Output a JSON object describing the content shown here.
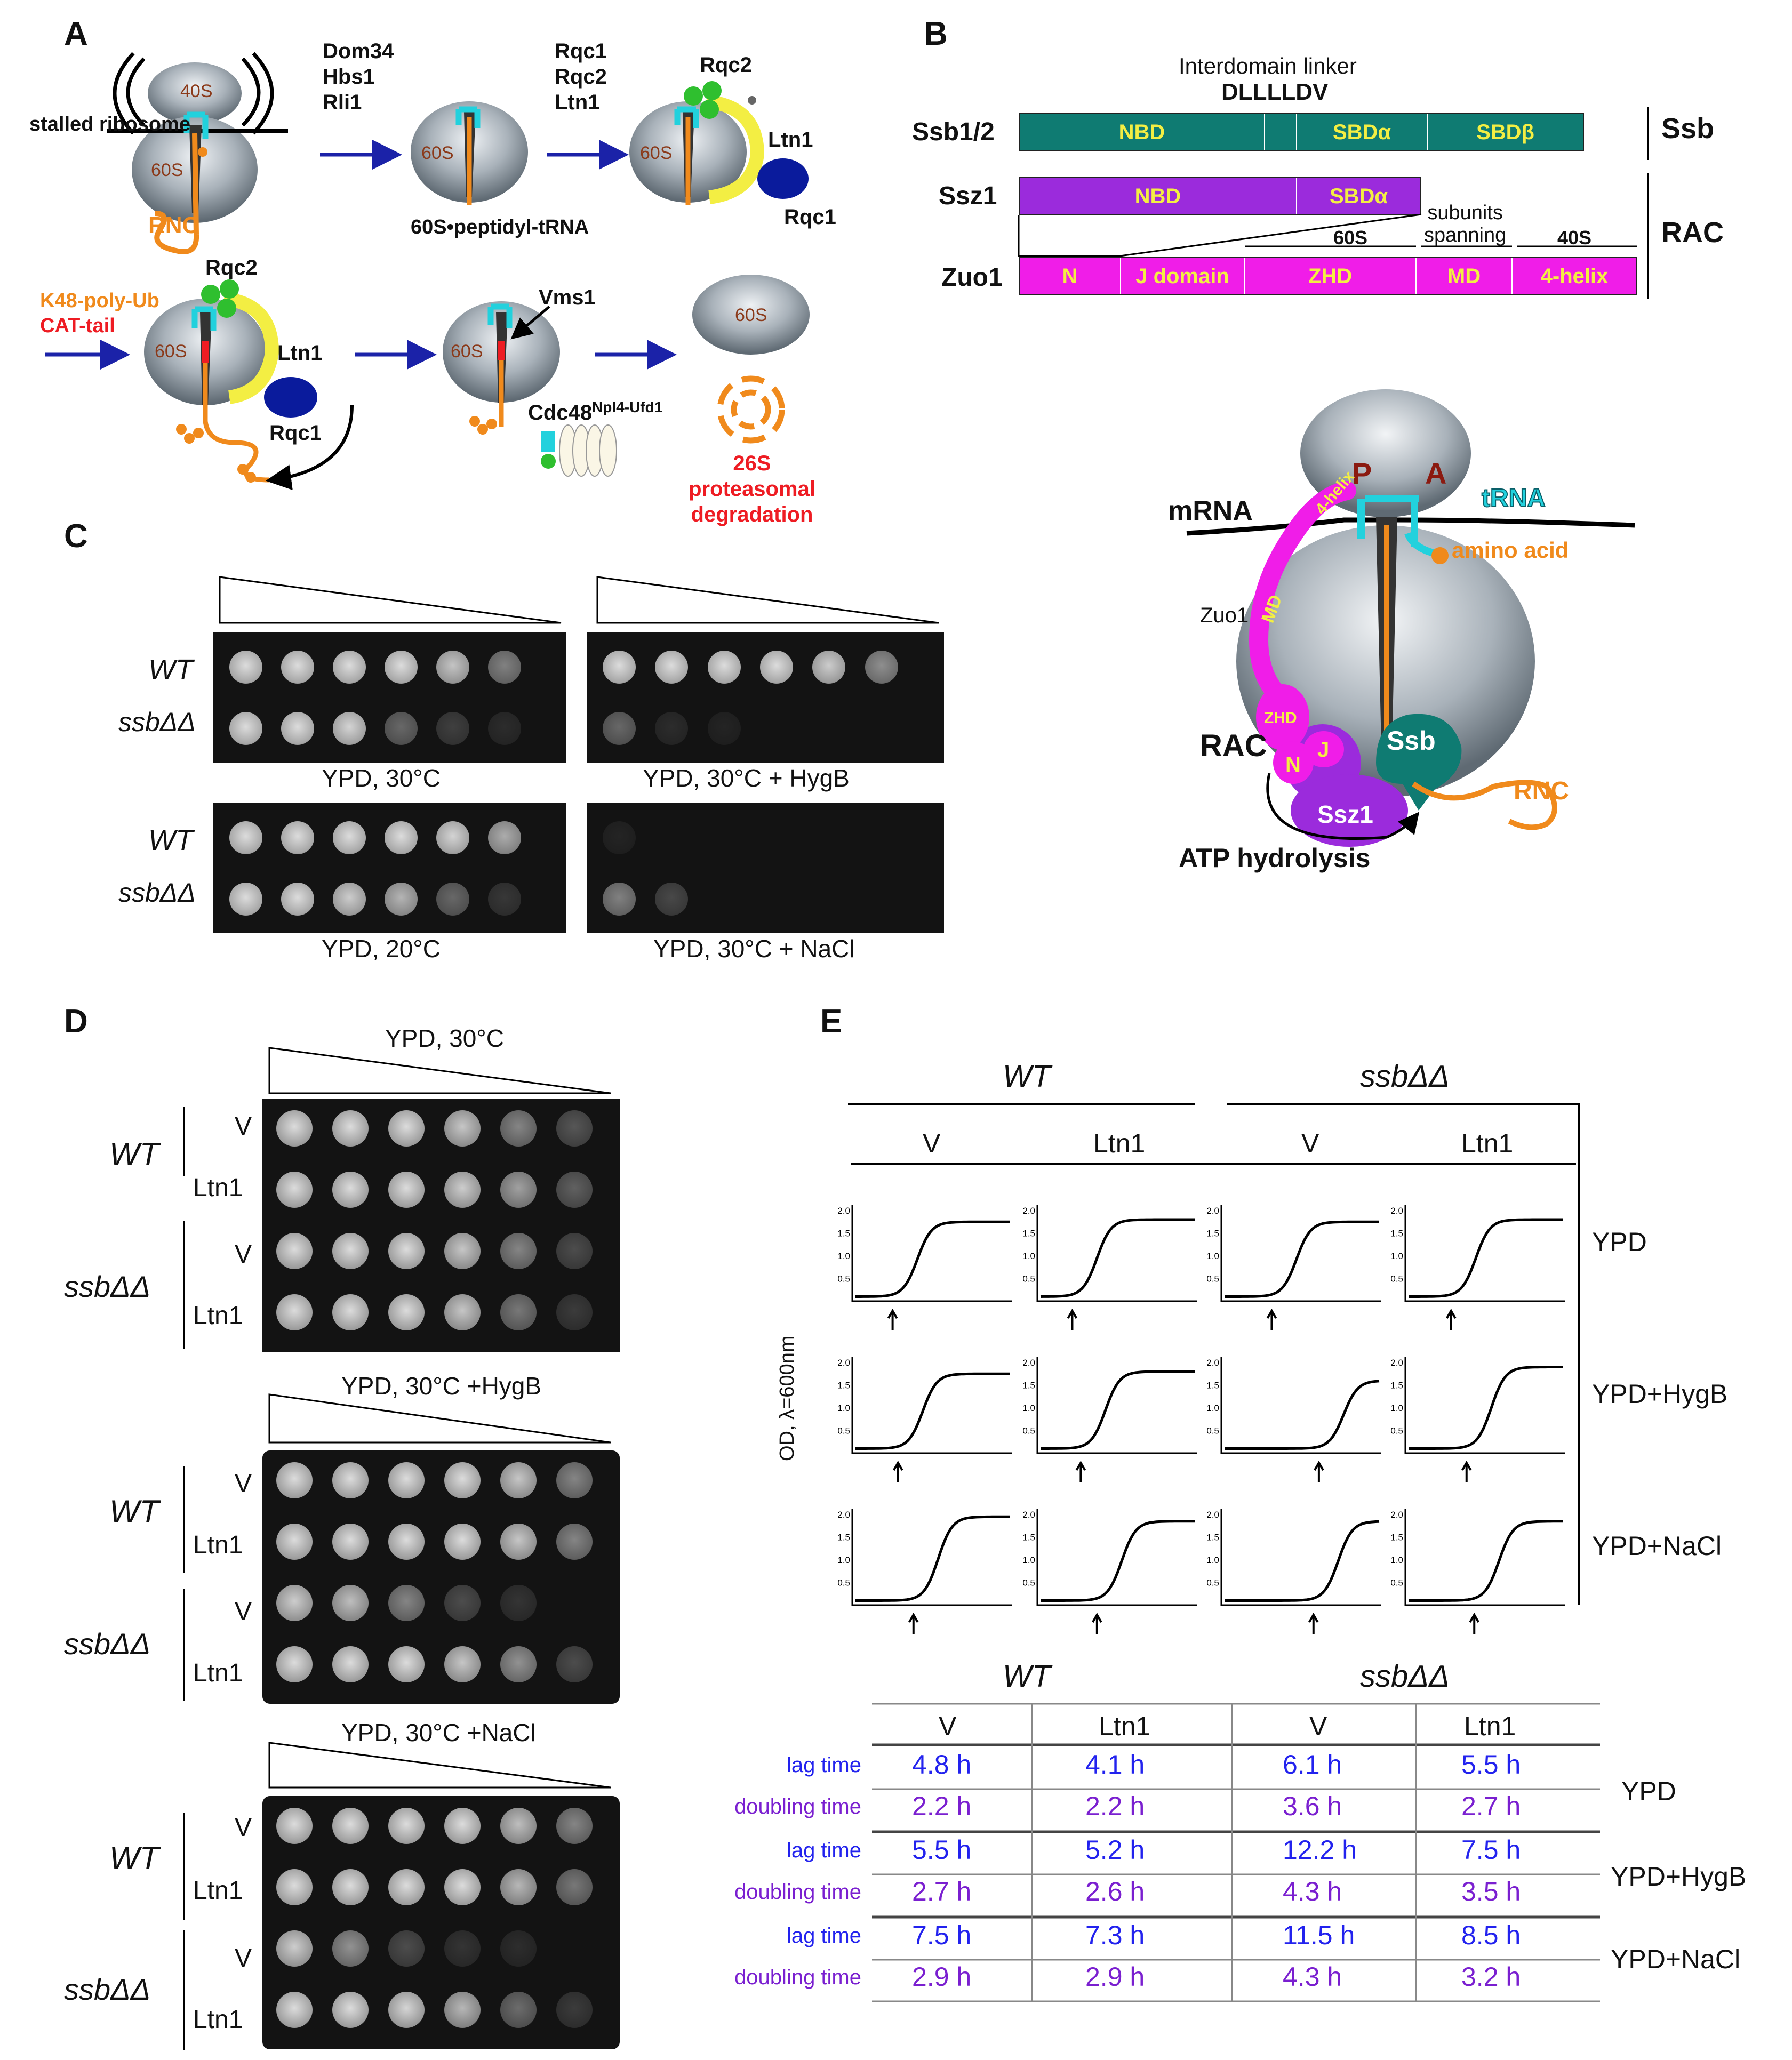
{
  "panels": {
    "A": "A",
    "B": "B",
    "C": "C",
    "D": "D",
    "E": "E"
  },
  "colors": {
    "pathway_arrow": "#1b22a8",
    "ribosome": "#a9b2ba",
    "orange": "#f08a1c",
    "cyan": "#22d1dd",
    "green": "#2fbf2f",
    "yellow": "#f3ee43",
    "navy": "#0a1b9c",
    "teal": "#0f7b72",
    "purple": "#9b2bdc",
    "magenta": "#f01de8",
    "red_text": "#ee1c23",
    "blue_text": "#2222ee",
    "violet_text": "#7a1fd0"
  },
  "A": {
    "stalled_ribosome": "stalled ribosome",
    "s40": "40S",
    "s60": "60S",
    "rnc": "RNC",
    "step1_factors": [
      "Dom34",
      "Hbs1",
      "Rli1"
    ],
    "step2_factors": [
      "Rqc1",
      "Rqc2",
      "Ltn1"
    ],
    "peptidyl": "60S•peptidyl-tRNA",
    "rqc2": "Rqc2",
    "ltn1": "Ltn1",
    "rqc1": "Rqc1",
    "k48": "K48-poly-Ub",
    "cat": "CAT-tail",
    "vms1": "Vms1",
    "cdc48": "Cdc48",
    "cdc48_sup": "Npl4-Ufd1",
    "degradation_1": "26S proteasomal",
    "degradation_2": "degradation"
  },
  "B": {
    "linker_title": "Interdomain linker",
    "linker_seq": "DLLLLDV",
    "ssb12": "Ssb1/2",
    "ssz1": "Ssz1",
    "zuo1": "Zuo1",
    "ssb_domains": [
      "NBD",
      "SBDα",
      "SBDβ"
    ],
    "ssz1_domains": [
      "NBD",
      "SBDα"
    ],
    "zuo1_domains": [
      "N",
      "J domain",
      "ZHD",
      "MD",
      "4-helix"
    ],
    "spanning_1": "subunits",
    "spanning_2": "spanning",
    "s60": "60S",
    "s40": "40S",
    "group_ssb": "Ssb",
    "group_rac": "RAC",
    "P": "P",
    "A": "A",
    "trna": "tRNA",
    "mrna": "mRNA",
    "amino_acid": "amino acid",
    "zuo1_label": "Zuo1",
    "helix_label": "4-helix",
    "md_label": "MD",
    "zhd_label": "ZHD",
    "n_label": "N",
    "j_label": "J",
    "ssb_label": "Ssb",
    "ssz1_label": "Ssz1",
    "rac": "RAC",
    "rnc": "RNC",
    "atp": "ATP hydrolysis"
  },
  "C": {
    "wt": "WT",
    "ssb": "ssbΔΔ",
    "plates": [
      "YPD, 30°C",
      "YPD, 30°C + HygB",
      "YPD, 20°C",
      "YPD, 30°C + NaCl"
    ],
    "spot_levels": [
      [
        1,
        1,
        1,
        1,
        0.85,
        0.55,
        1,
        1,
        0.95,
        0.45,
        0.25,
        0.12
      ],
      [
        1,
        1,
        1,
        1,
        0.9,
        0.6,
        0.45,
        0.12,
        0.05,
        0,
        0,
        0
      ],
      [
        1,
        1,
        1,
        1,
        0.95,
        0.7,
        1,
        1,
        0.9,
        0.75,
        0.45,
        0.2
      ],
      [
        0.05,
        0,
        0,
        0,
        0,
        0,
        0.55,
        0.3,
        0,
        0,
        0,
        0
      ]
    ]
  },
  "D": {
    "conditions": [
      "YPD, 30°C",
      "YPD, 30°C +HygB",
      "YPD, 30°C +NaCl"
    ],
    "wt": "WT",
    "ssb": "ssbΔΔ",
    "v": "V",
    "ltn1": "Ltn1"
  },
  "E": {
    "wt": "WT",
    "ssb": "ssbΔΔ",
    "columns": [
      "V",
      "Ltn1",
      "V",
      "Ltn1"
    ],
    "conditions": [
      "YPD",
      "YPD+HygB",
      "YPD+NaCl"
    ],
    "y_axis": "OD, λ=600nm",
    "y_ticks": [
      "2.0",
      "1.5",
      "1.0",
      "0.5"
    ],
    "growth": [
      [
        {
          "lag": 4.8,
          "top": 1.75
        },
        {
          "lag": 4.1,
          "top": 1.8
        },
        {
          "lag": 6.1,
          "top": 1.75
        },
        {
          "lag": 5.5,
          "top": 1.8
        }
      ],
      [
        {
          "lag": 5.5,
          "top": 1.75
        },
        {
          "lag": 5.2,
          "top": 1.8
        },
        {
          "lag": 12.2,
          "top": 1.6
        },
        {
          "lag": 7.5,
          "top": 1.9
        }
      ],
      [
        {
          "lag": 7.5,
          "top": 1.95
        },
        {
          "lag": 7.3,
          "top": 1.85
        },
        {
          "lag": 11.5,
          "top": 1.85
        },
        {
          "lag": 8.5,
          "top": 1.85
        }
      ]
    ],
    "table_headers": [
      "V",
      "Ltn1",
      "V",
      "Ltn1"
    ],
    "table_rows": [
      {
        "label": "lag time",
        "values": [
          "4.8 h",
          "4.1 h",
          "6.1 h",
          "5.5 h"
        ]
      },
      {
        "label": "doubling time",
        "values": [
          "2.2 h",
          "2.2 h",
          "3.6 h",
          "2.7 h"
        ]
      },
      {
        "label": "lag time",
        "values": [
          "5.5 h",
          "5.2 h",
          "12.2 h",
          "7.5 h"
        ]
      },
      {
        "label": "doubling time",
        "values": [
          "2.7 h",
          "2.6 h",
          "4.3 h",
          "3.5 h"
        ]
      },
      {
        "label": "lag time",
        "values": [
          "7.5 h",
          "7.3 h",
          "11.5 h",
          "8.5 h"
        ]
      },
      {
        "label": "doubling time",
        "values": [
          "2.9 h",
          "2.9 h",
          "4.3 h",
          "3.2 h"
        ]
      }
    ]
  }
}
